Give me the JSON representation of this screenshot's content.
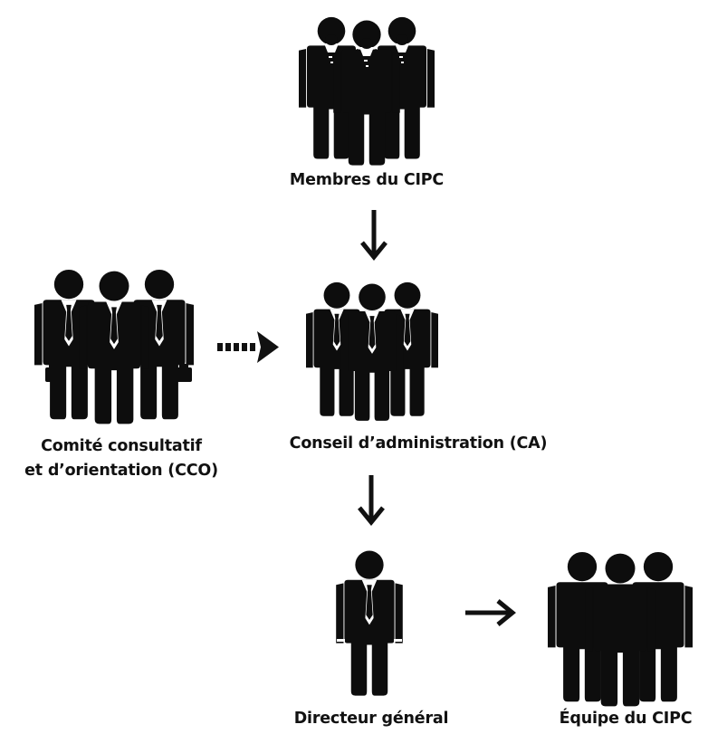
{
  "nodes": {
    "membres": {
      "label": "Membres du CIPC",
      "icon": "three-people-bearded-icon"
    },
    "cco": {
      "label": "Comité consultatif\net d’orientation (CCO)",
      "icon": "three-businessmen-briefcase-icon"
    },
    "ca": {
      "label": "Conseil d’administration (CA)",
      "icon": "three-businessmen-icon"
    },
    "dg": {
      "label": "Directeur général",
      "icon": "businessman-icon"
    },
    "equipe": {
      "label": "Équipe du CIPC",
      "icon": "three-people-icon"
    }
  },
  "edges": [
    {
      "from": "membres",
      "to": "ca",
      "style": "solid"
    },
    {
      "from": "cco",
      "to": "ca",
      "style": "dashed"
    },
    {
      "from": "ca",
      "to": "dg",
      "style": "solid"
    },
    {
      "from": "dg",
      "to": "equipe",
      "style": "solid"
    }
  ],
  "colors": {
    "figure": "#0d0d0d",
    "arrow": "#111111",
    "text": "#111111",
    "background": "#ffffff"
  }
}
